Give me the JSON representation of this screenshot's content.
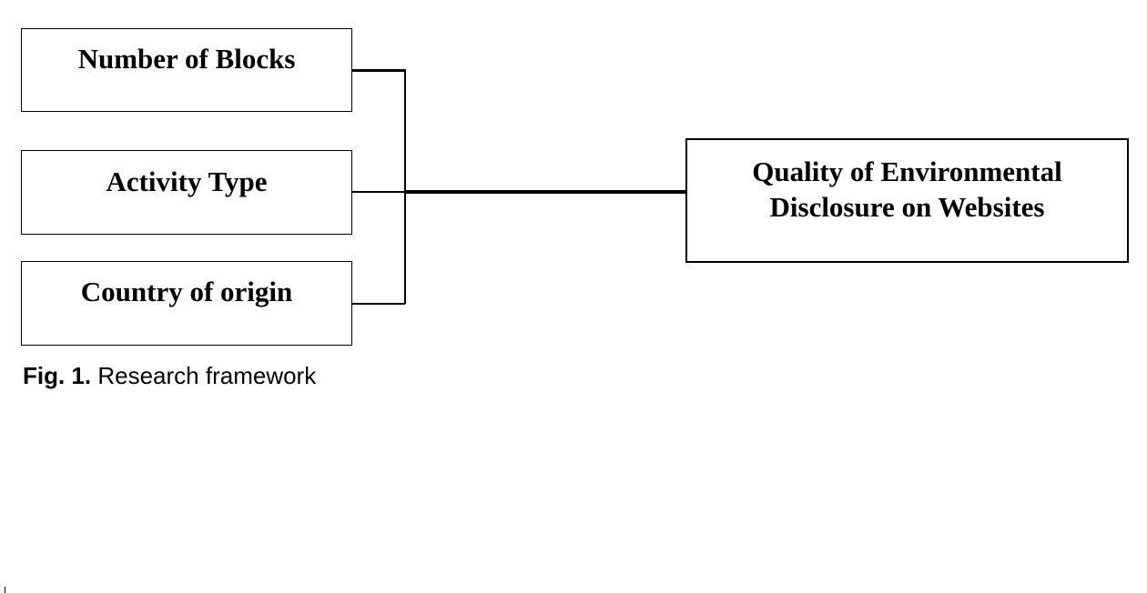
{
  "diagram": {
    "inputs": [
      {
        "label": "Number of Blocks"
      },
      {
        "label": "Activity Type"
      },
      {
        "label": "Country of origin"
      }
    ],
    "outcome": {
      "line1": "Quality of Environmental",
      "line2": "Disclosure on Websites"
    }
  },
  "caption": {
    "label": "Fig. 1.",
    "text": "Research framework"
  }
}
